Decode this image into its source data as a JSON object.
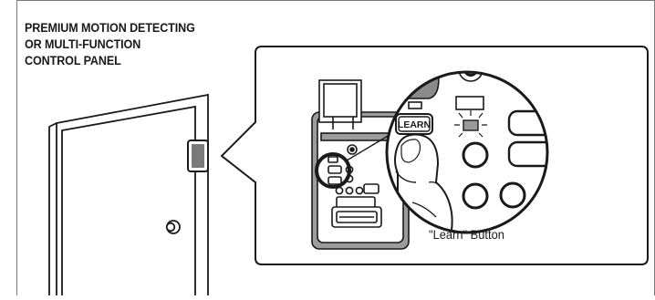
{
  "heading": {
    "line1": "PREMIUM MOTION DETECTING",
    "line2": "OR MULTI-FUNCTION",
    "line3": "CONTROL PANEL"
  },
  "zoom": {
    "button_label": "LEARN",
    "caption": "\"Learn\" Button"
  },
  "colors": {
    "line": "#1a1a1a",
    "frame": "#7a7a7a",
    "panel_gray": "#9a9a9a",
    "dark_gray": "#6e6e6e",
    "background": "#ffffff"
  }
}
